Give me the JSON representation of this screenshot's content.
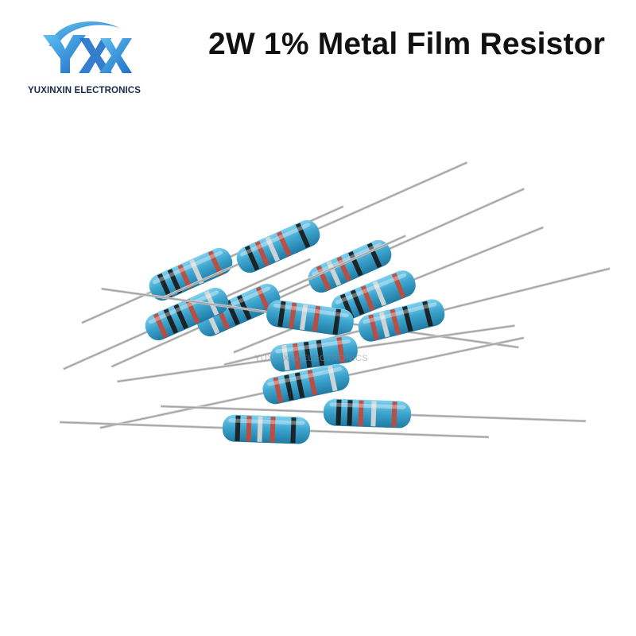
{
  "brand": {
    "name": "YUXINXIN ELECTRONICS",
    "logo_icon": "yxx-logo-icon",
    "logo_letters": "YXX",
    "accent_color": "#2a8ee0",
    "dark_color": "#1b2a4a"
  },
  "product": {
    "title": "2W 1% Metal Film Resistor",
    "body_color": "#3ea6cf",
    "band_colors": [
      "#1a1a1a",
      "#c4483a",
      "#d9d9d9"
    ]
  },
  "photo": {
    "watermark": "YUXINXIN ELECTRONICS",
    "resistor_count": 12
  }
}
